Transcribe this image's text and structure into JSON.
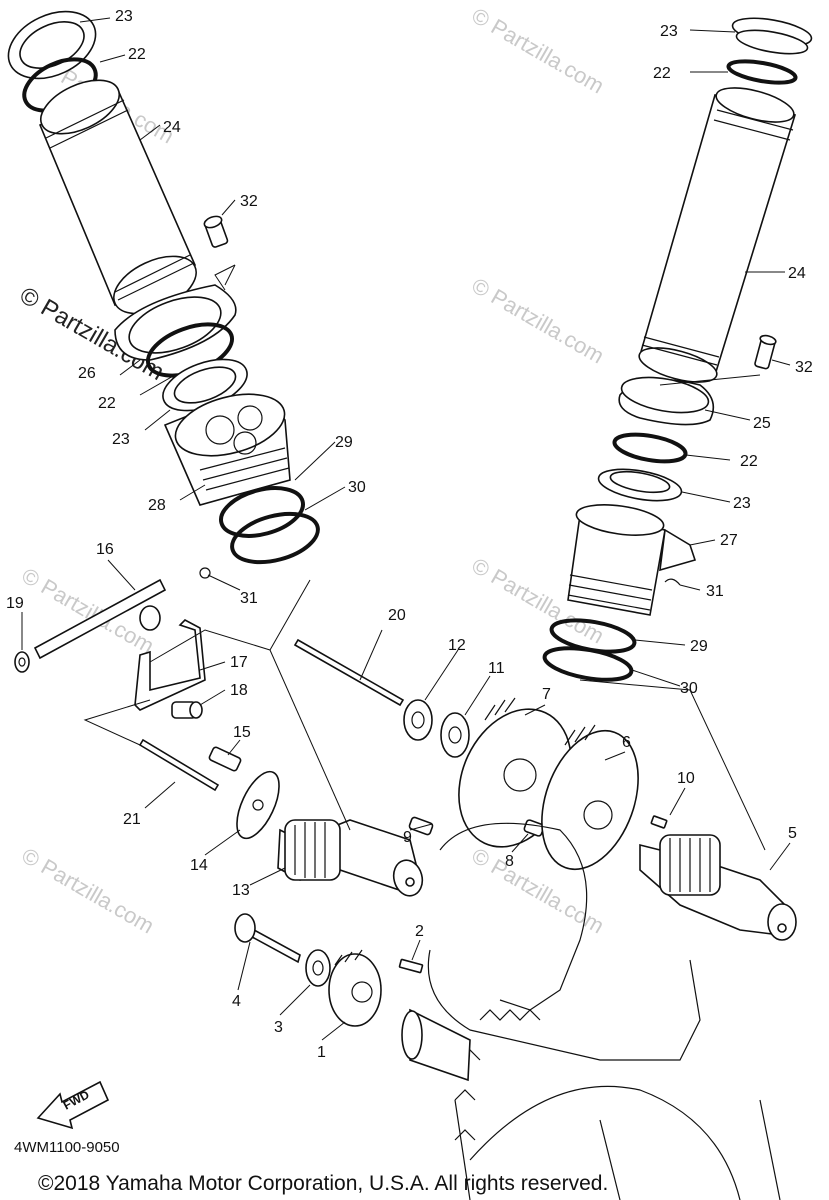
{
  "diagram": {
    "callouts": [
      "1",
      "2",
      "3",
      "4",
      "5",
      "6",
      "7",
      "8",
      "9",
      "10",
      "11",
      "12",
      "13",
      "14",
      "15",
      "16",
      "17",
      "18",
      "19",
      "20",
      "21",
      "22",
      "23",
      "24",
      "25",
      "26",
      "27",
      "28",
      "29",
      "30",
      "31",
      "32"
    ],
    "diagram_code": "4WM1100-9050",
    "copyright": "©2018 Yamaha Motor Corporation, U.S.A. All rights reserved.",
    "watermark": "© Partzilla.com",
    "fwd_label": "FWD"
  }
}
